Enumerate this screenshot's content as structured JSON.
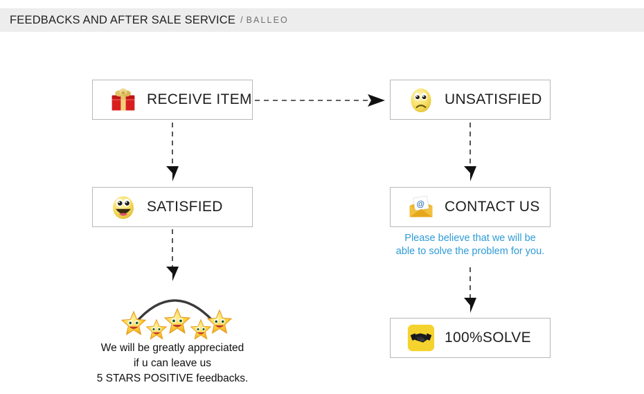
{
  "header": {
    "title": "FEEDBACKS AND AFTER SALE SERVICE",
    "separator": "/",
    "brand": "BALLEO",
    "background_color": "#ededed"
  },
  "flow": {
    "boxes": [
      {
        "id": "receive-item",
        "label": "RECEIVE ITEM",
        "icon": "gift-box-icon"
      },
      {
        "id": "unsatisfied",
        "label": "UNSATISFIED",
        "icon": "sad-face-icon"
      },
      {
        "id": "satisfied",
        "label": "SATISFIED",
        "icon": "happy-face-icon"
      },
      {
        "id": "contact-us",
        "label": "CONTACT US",
        "icon": "email-envelope-icon"
      },
      {
        "id": "solve",
        "label": "100%SOLVE",
        "icon": "handshake-icon"
      }
    ]
  },
  "contact_note": {
    "line1": "Please believe that we will be",
    "line2": "able to solve the problem for you.",
    "color": "#2e9bd6"
  },
  "rating": {
    "star_count": 5,
    "stars": [
      {
        "name": "star-1"
      },
      {
        "name": "star-2"
      },
      {
        "name": "star-3"
      },
      {
        "name": "star-4"
      },
      {
        "name": "star-5"
      }
    ],
    "closing_line1": "We will be greatly appreciated",
    "closing_line2": "if u can leave us",
    "closing_line3": "5 STARS POSITIVE feedbacks."
  },
  "colors": {
    "box_border": "#b8b8b8",
    "arrow": "#2b2b2b",
    "star_yellow": "#ffd43b",
    "solve_yellow": "#f5d32e",
    "gift_red": "#d81f1f",
    "envelope_orange": "#f0b52c"
  }
}
